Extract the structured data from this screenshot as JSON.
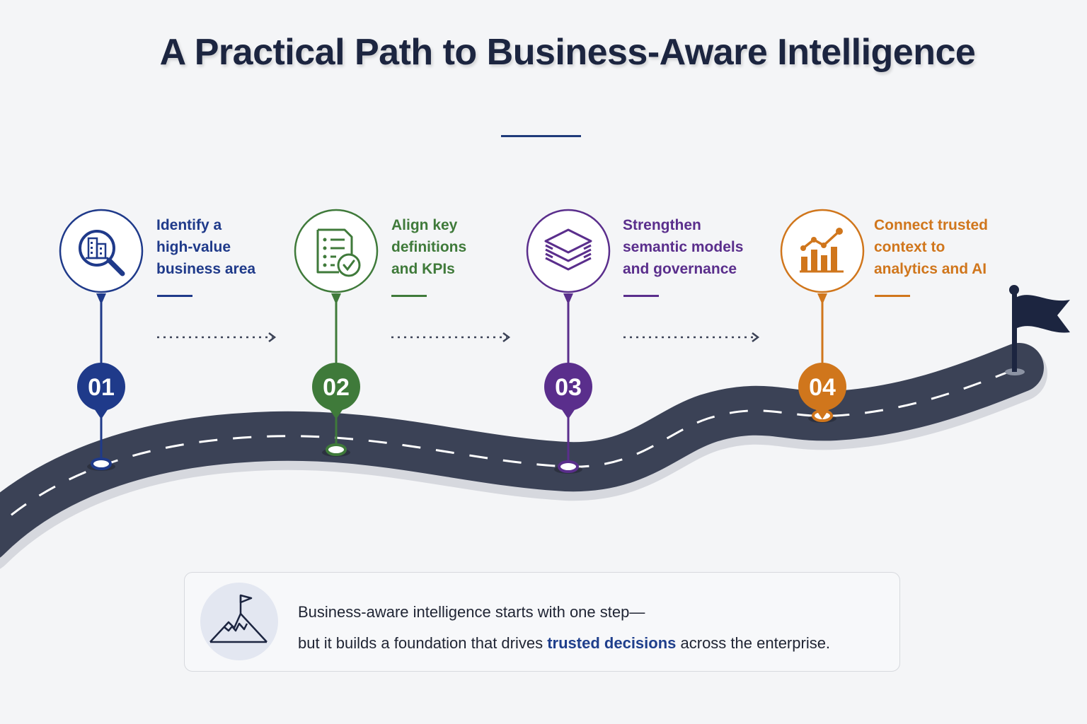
{
  "title": "A Practical Path to Business-Aware Intelligence",
  "colors": {
    "title": "#1c2540",
    "road": "#3b4256",
    "road_edge": "#d6d8de",
    "step1": "#1f3a8a",
    "step2": "#3f7a3a",
    "step3": "#5a2e8c",
    "step4": "#d0761c",
    "highlight": "#1f3f8c"
  },
  "steps": [
    {
      "number": "01",
      "lines": [
        "Identify a",
        "high-value",
        "business area"
      ],
      "icon": "building-search-icon",
      "color": "#1f3a8a"
    },
    {
      "number": "02",
      "lines": [
        "Align key",
        "definitions",
        "and KPIs"
      ],
      "icon": "checklist-icon",
      "color": "#3f7a3a"
    },
    {
      "number": "03",
      "lines": [
        "Strengthen",
        "semantic models",
        "and governance"
      ],
      "icon": "layers-icon",
      "color": "#5a2e8c"
    },
    {
      "number": "04",
      "lines": [
        "Connect trusted",
        "context to",
        "analytics and AI"
      ],
      "icon": "bar-chart-trend-icon",
      "color": "#d0761c"
    }
  ],
  "finish_icon": "flag-icon",
  "callout": {
    "icon": "mountain-flag-icon",
    "line1": "Business-aware intelligence starts with one step—",
    "line2_before": "but it builds a foundation that drives ",
    "line2_highlight": "trusted decisions",
    "line2_after": " across the enterprise."
  }
}
